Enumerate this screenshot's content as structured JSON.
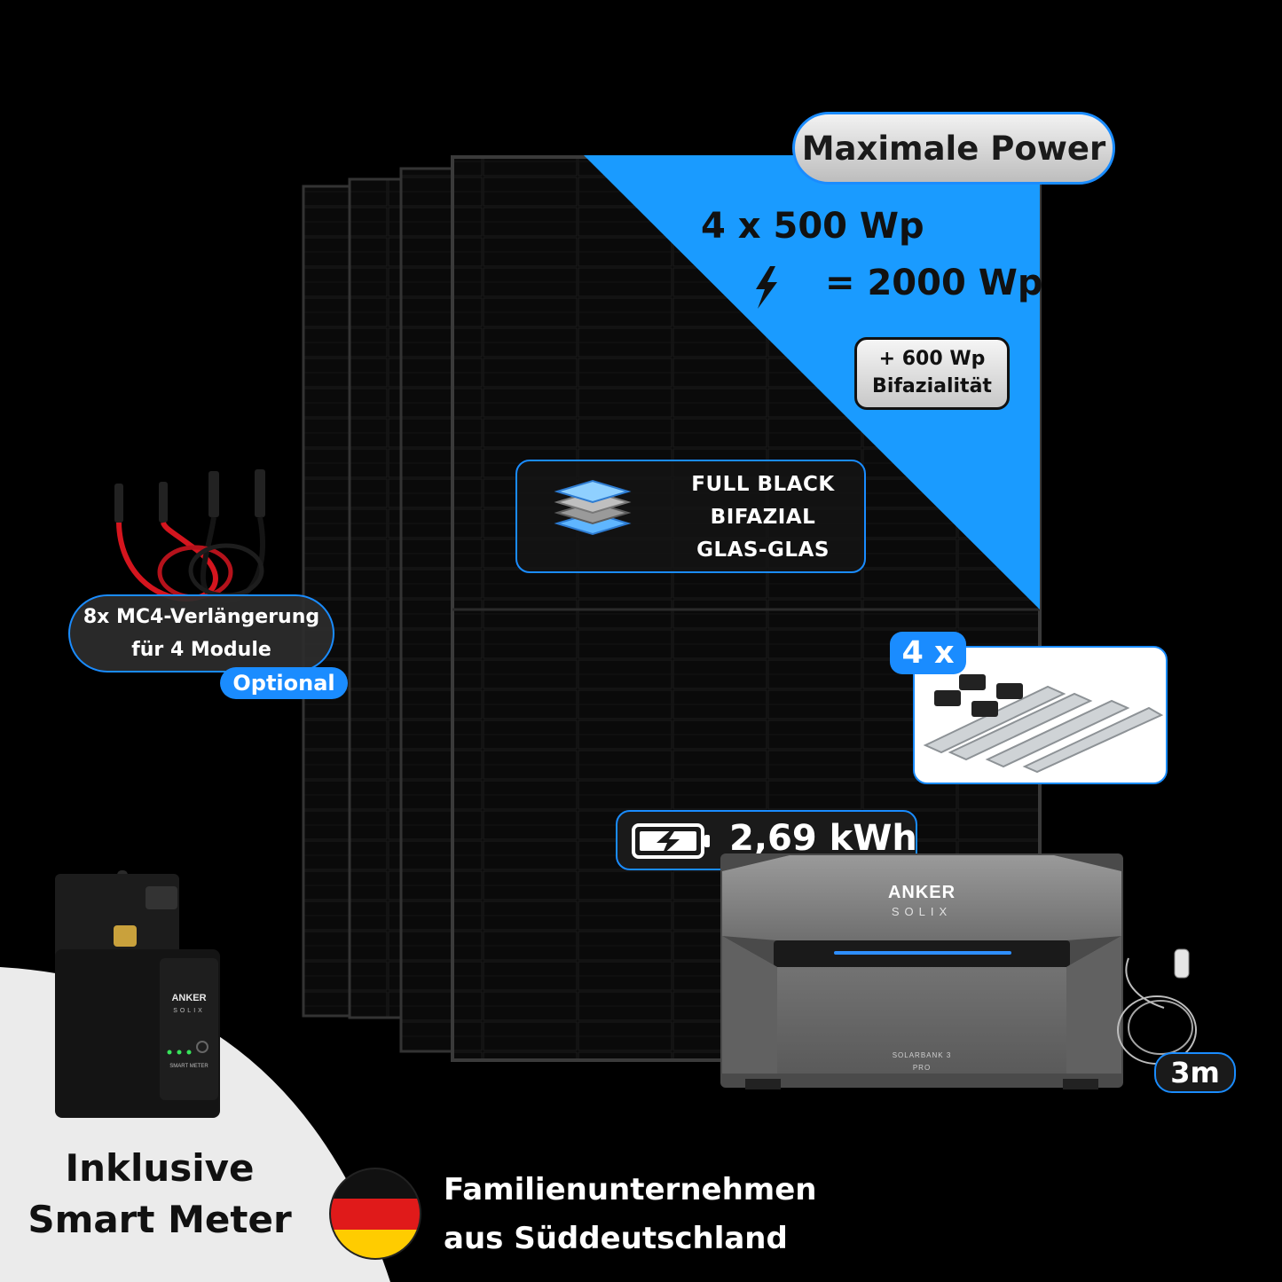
{
  "headline": {
    "badge": "Maximale Power",
    "line1": "4 x 500 Wp",
    "line2": "= 2000 Wp",
    "bifaziality": [
      "+ 600 Wp",
      "Bifazialität"
    ]
  },
  "features": [
    "FULL BLACK",
    "BIFAZIAL",
    "GLAS-GLAS"
  ],
  "mc4": {
    "lines": [
      "8x MC4-Verlängerung",
      "für 4 Module"
    ],
    "badge": "Optional"
  },
  "mounting": {
    "quantity": "4 x"
  },
  "battery": {
    "capacity": "2,69 kWh",
    "brand": "ANKER",
    "sub_brand": "SOLIX",
    "model": "SOLARBANK 3",
    "model_suffix": "PRO",
    "cable_length": "3m"
  },
  "smart_meter": {
    "brand": "ANKER",
    "sub_brand": "SOLIX",
    "label": "SMART METER",
    "caption": [
      "Inklusive",
      "Smart Meter"
    ]
  },
  "company": {
    "lines": [
      "Familienunternehmen",
      "aus Süddeutschland"
    ]
  },
  "colors": {
    "accent": "#1a8cff",
    "background": "#000000",
    "panel": "#0b0b0b"
  }
}
